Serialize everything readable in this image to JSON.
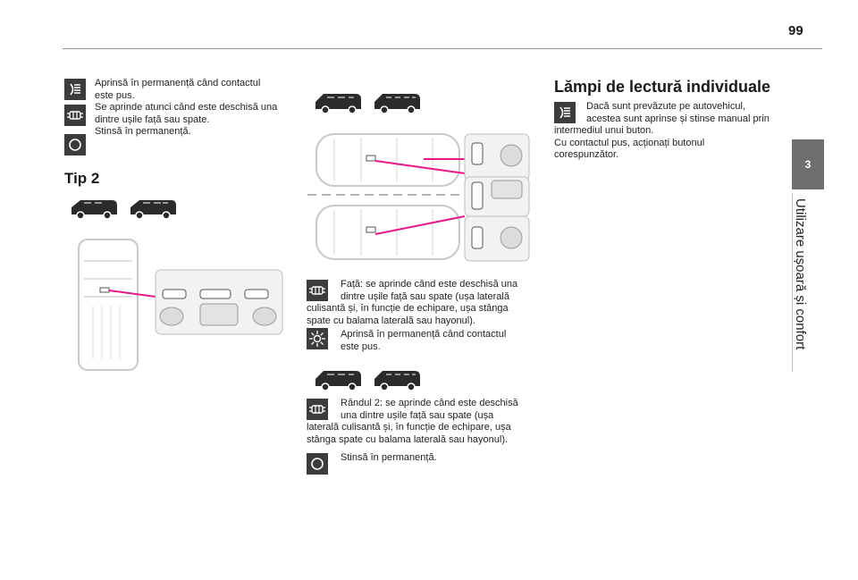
{
  "page": {
    "number": "99"
  },
  "chapter": {
    "number": "3",
    "title": "Utilizare ușoară și confort"
  },
  "left_column": {
    "lines": [
      "Aprinsă în permanență când contactul",
      "este pus.",
      "Se aprinde atunci când este deschisă una",
      "dintre ușile față sau spate.",
      "Stinsă în permanență."
    ],
    "tip_heading": "Tip 2"
  },
  "middle_column": {
    "block1": [
      "Față: se aprinde când este deschisă una",
      "dintre ușile față sau spate (ușa laterală",
      "culisantă și, în funcție de echipare, ușa stânga",
      "spate cu balama laterală sau hayonul)."
    ],
    "block2": [
      "Aprinsă în permanență când contactul",
      "este pus."
    ],
    "block3": [
      "Rândul 2: se aprinde când este deschisă",
      "una dintre ușile față sau spate (ușa",
      "laterală culisantă și, în funcție de echipare, ușa",
      "stânga spate cu balama laterală sau hayonul)."
    ],
    "block4": "Stinsă în permanență."
  },
  "right_column": {
    "heading": "Lămpi de lectură individuale",
    "lines": [
      "Dacă sunt prevăzute pe autovehicul,",
      "acestea sunt aprinse și stinse manual prin",
      "intermediul unui buton.",
      "Cu contactul pus, acționați butonul",
      "corespunzător."
    ]
  },
  "colors": {
    "accent_line": "#e8188c",
    "icon_bg": "#3c3c3c",
    "tab_bg": "#6f6f6f"
  },
  "icons": [
    "lamp-on-icon",
    "door-lamp-icon",
    "lamp-off-icon",
    "sun-icon",
    "van-icon",
    "car-icon"
  ]
}
